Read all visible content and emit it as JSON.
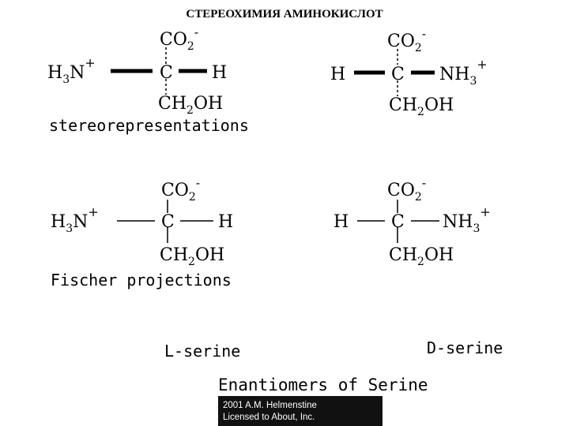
{
  "slide": {
    "title": "СТЕРЕОХИМИЯ АМИНОКИСЛОТ"
  },
  "labels": {
    "stereo": "stereorepresentations",
    "fischer": "Fischer projections",
    "l_serine": "L-serine",
    "d_serine": "D-serine",
    "main_title": "Enantiomers of Serine"
  },
  "credit": {
    "line1": "2001 A.M. Helmenstine",
    "line2": "Licensed to About, Inc."
  },
  "chem": {
    "co2": "CO",
    "ch2oh_a": "CH",
    "ch2oh_b": "OH",
    "c": "C",
    "h": "H",
    "h3n_a": "H",
    "h3n_b": "N",
    "nh3": "NH",
    "sub2": "2",
    "sub3": "3",
    "minus": "-",
    "plus": "+"
  }
}
